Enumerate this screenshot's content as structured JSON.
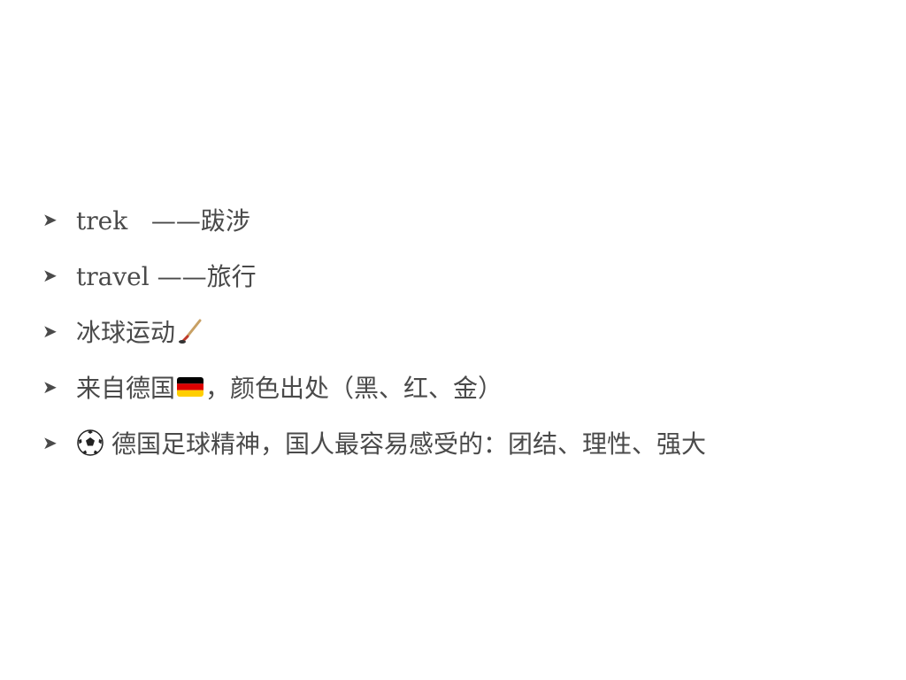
{
  "slide": {
    "bullets": [
      {
        "text": "trek   ——跋涉"
      },
      {
        "text": "travel ——旅行"
      },
      {
        "text": "冰球运动",
        "icon": "ice-hockey-icon"
      },
      {
        "text_before": "来自德国",
        "icon": "german-flag-icon",
        "text_after": "，颜色出处（黑、红、金）"
      },
      {
        "icon": "soccer-ball-icon",
        "text": "德国足球精神，国人最容易感受的：团结、理性、强大"
      }
    ],
    "marker": "➤",
    "colors": {
      "text": "#4a4a4a",
      "background": "#ffffff",
      "flag_black": "#000000",
      "flag_red": "#dd0000",
      "flag_gold": "#ffce00"
    }
  }
}
